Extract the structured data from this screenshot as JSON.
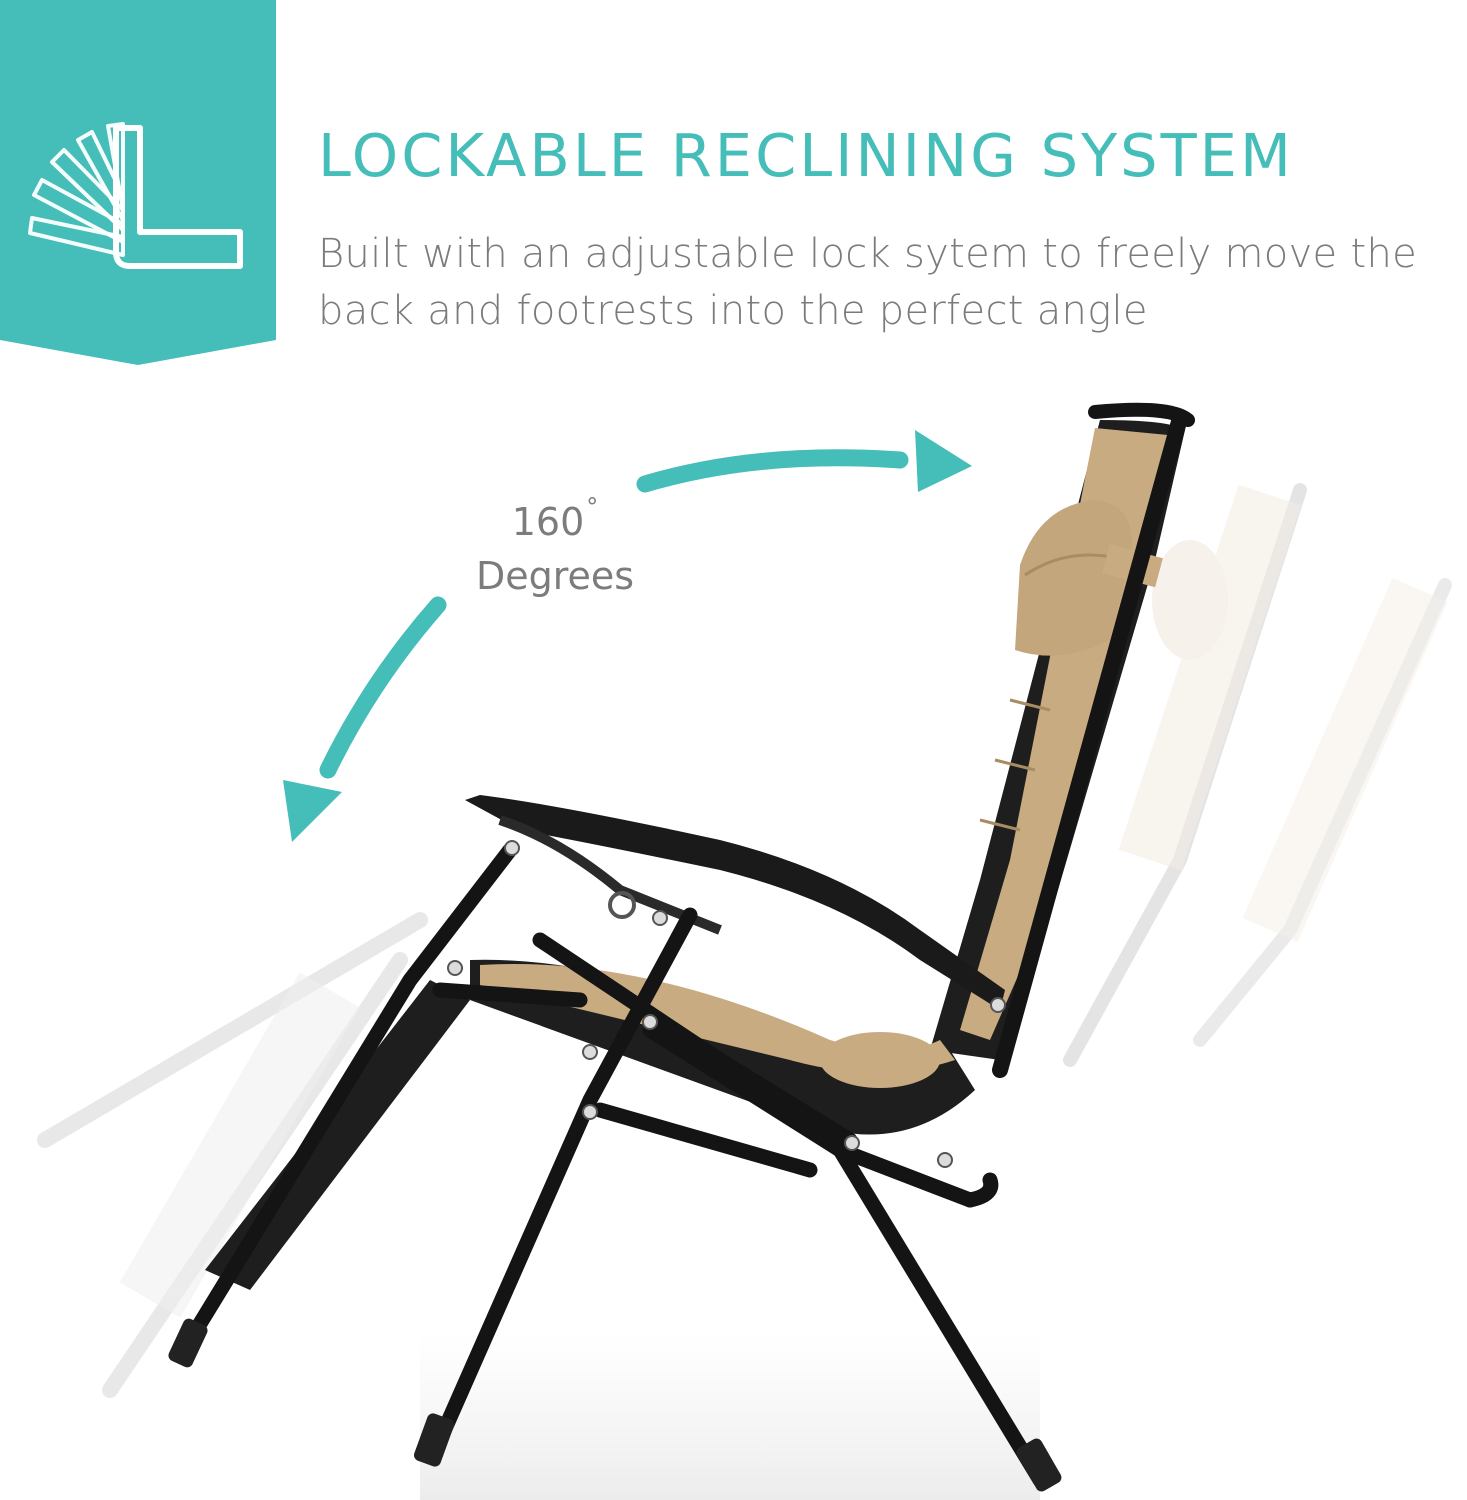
{
  "feature": {
    "title": "LOCKABLE RECLINING SYSTEM",
    "description": "Built with an adjustable lock sytem to freely move the back and footrests into the perfect angle",
    "icon": "recline-fan-icon"
  },
  "angle_label": {
    "value": "160",
    "degree_symbol": "°",
    "unit": "Degrees"
  },
  "colors": {
    "accent": "#45bdb8",
    "text_gray": "#7b7b7b",
    "frame": "#1c1c1c",
    "cushion_tan": "#c9ab82",
    "cushion_black": "#1e1e1e"
  }
}
